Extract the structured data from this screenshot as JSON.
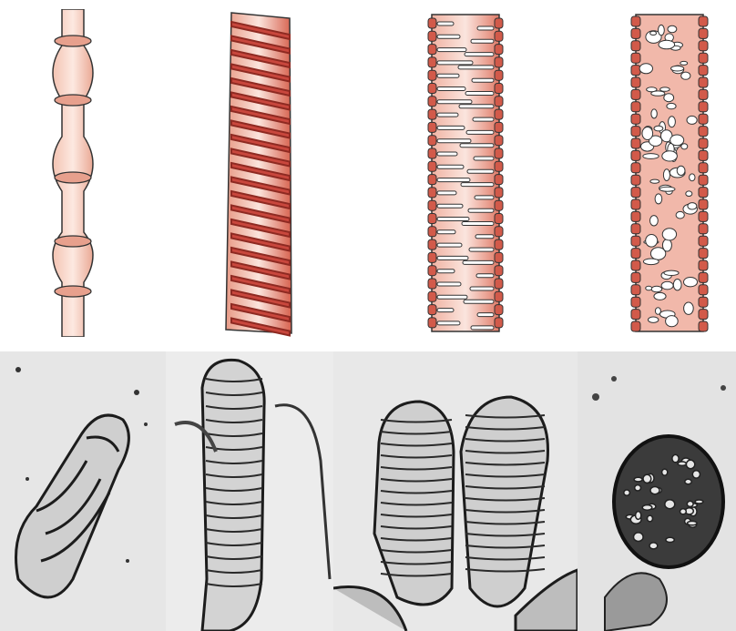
{
  "figure": {
    "illustrations": [
      {
        "id": "a",
        "icon": "beaded-vessel-illustration"
      },
      {
        "id": "b",
        "icon": "spiral-thickened-vessel-illustration"
      },
      {
        "id": "c",
        "icon": "reticulate-vessel-illustration"
      },
      {
        "id": "d",
        "icon": "pitted-vessel-illustration"
      }
    ],
    "micrographs": [
      {
        "id": "a",
        "icon": "segmented-cell-micrograph"
      },
      {
        "id": "b",
        "icon": "ringed-tube-micrograph"
      },
      {
        "id": "c",
        "icon": "paired-cells-micrograph"
      },
      {
        "id": "d",
        "icon": "pitted-cell-micrograph"
      }
    ],
    "colors": {
      "fill_light": "#f6d3c6",
      "fill_mid": "#e88c7a",
      "fill_dark": "#c9473d",
      "outline": "#2b2b2b",
      "micro_bg": "#e9e9e9",
      "micro_dark": "#1c1c1c"
    }
  }
}
